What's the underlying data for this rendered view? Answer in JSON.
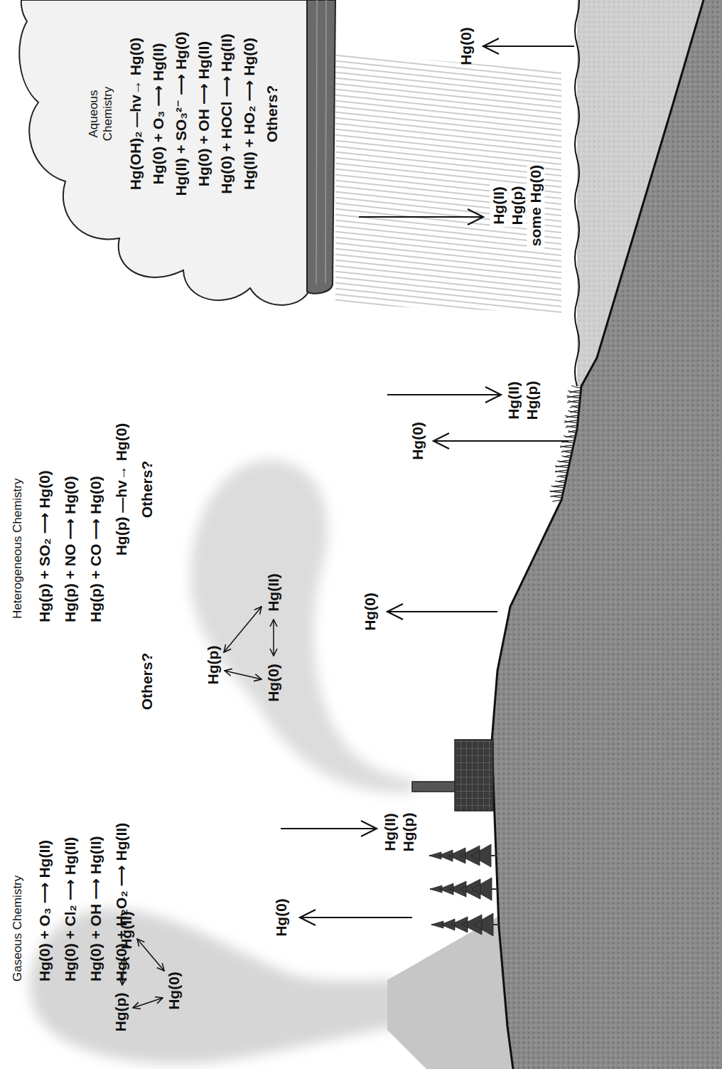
{
  "diagram": {
    "nodes": [
      {
        "text": [
          "Aqueous Chemistry",
          "Hg(OH)₂ —hv→ Hg(0)",
          "Hg(0) + O₃ ⟶ Hg(II)",
          "Hg(II) + SO₃²⁻ ⟶ Hg(0)",
          "Hg(0) + OH ⟶ Hg(II)",
          "Hg(0) + HOCl ⟶ Hg(II)",
          "Hg(II) + HO₂ ⟶ Hg(0)",
          "Others?"
        ]
      }
    ],
    "labels": [
      "Hg(p)",
      "Hg(II)",
      "Hg(0)",
      "Gaseous Chemistry",
      "Hg(0) + O₃ ⟶ Hg(II)",
      "Hg(0) + Cl₂ ⟶ Hg(II)",
      "Hg(0) + OH ⟶ Hg(II)",
      "Hg(0) + H₂O₂ ⟶ Hg(II)",
      "Others?",
      "Hg(p)",
      "Hg(0)",
      "Hg(II)",
      "Heterogeneous Chemistry",
      "Hg(p) + SO₂ ⟶ Hg(0)",
      "Hg(p) + NO ⟶ Hg(0)",
      "Hg(p) + CO ⟶ Hg(0)",
      "Hg(p) —hv→ Hg(0)",
      "Others?",
      "Hg(0)",
      "Hg(II)",
      "Hg(p)",
      "Hg(0)",
      "Hg(0)",
      "Hg(II)",
      "Hg(p)",
      "Hg(II)",
      "Hg(p)",
      "some Hg(0)",
      "Hg(0)"
    ]
  }
}
